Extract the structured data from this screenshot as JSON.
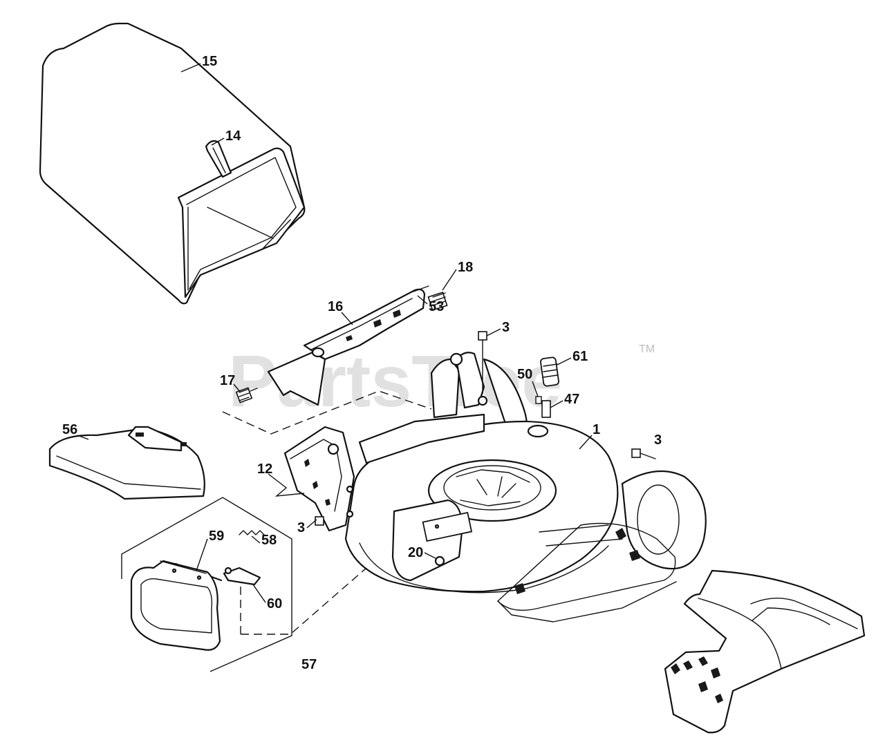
{
  "watermark": {
    "text": "PartsTree",
    "trademark": "TM"
  },
  "callouts": {
    "c15": "15",
    "c14": "14",
    "c18": "18",
    "c53": "53",
    "c16": "16",
    "c3_top": "3",
    "c61": "61",
    "c50": "50",
    "c47": "47",
    "c17": "17",
    "c1": "1",
    "c3_right": "3",
    "c56": "56",
    "c12": "12",
    "c59": "59",
    "c58": "58",
    "c3_left": "3",
    "c20": "20",
    "c60": "60",
    "c57": "57"
  },
  "colors": {
    "line": "#111111",
    "watermark": "#c9c9c9",
    "background": "#ffffff"
  }
}
